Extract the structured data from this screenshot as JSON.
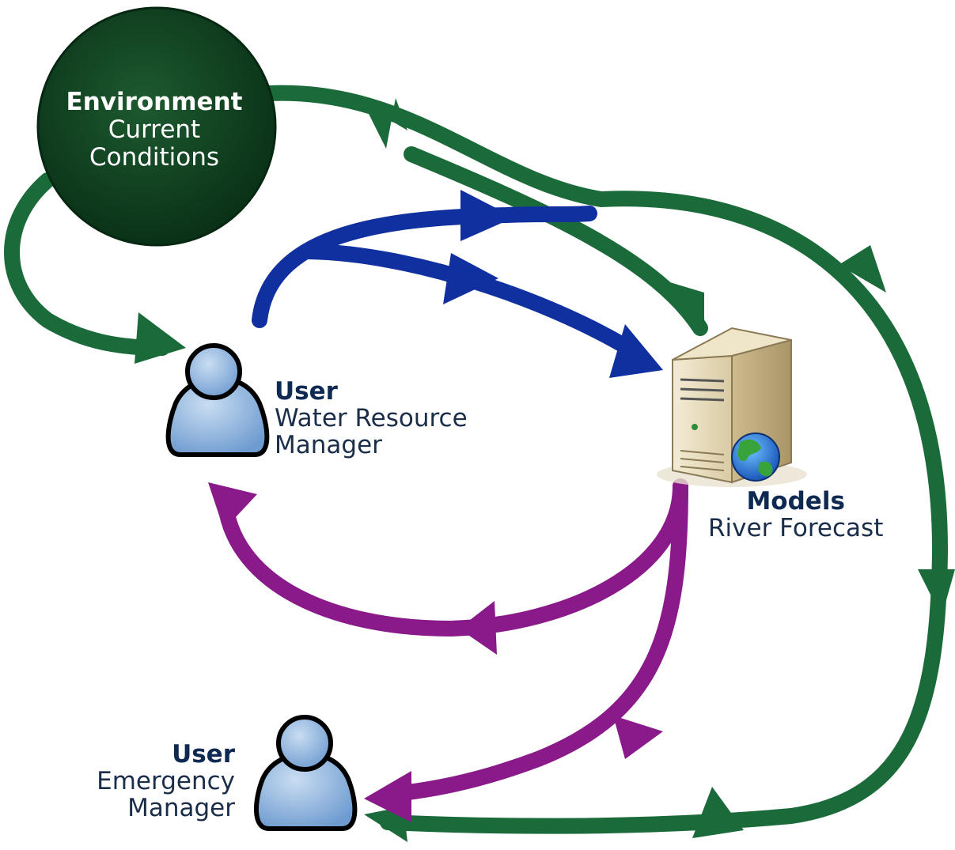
{
  "environment": {
    "title": "Environment",
    "line1": "Current",
    "line2": "Conditions"
  },
  "water_resource_user": {
    "title": "User",
    "line1": "Water Resource",
    "line2": "Manager"
  },
  "models": {
    "title": "Models",
    "line1": "River Forecast"
  },
  "emergency_user": {
    "title": "User",
    "line1": "Emergency",
    "line2": "Manager"
  },
  "colors": {
    "environment_flow": "#1b6b3a",
    "user_to_model_flow": "#1030a0",
    "model_output_flow": "#8a1a8a",
    "environment_node": "#0e3d1e"
  },
  "icons": {
    "user": "person-icon",
    "server": "server-icon",
    "globe": "globe-icon"
  }
}
